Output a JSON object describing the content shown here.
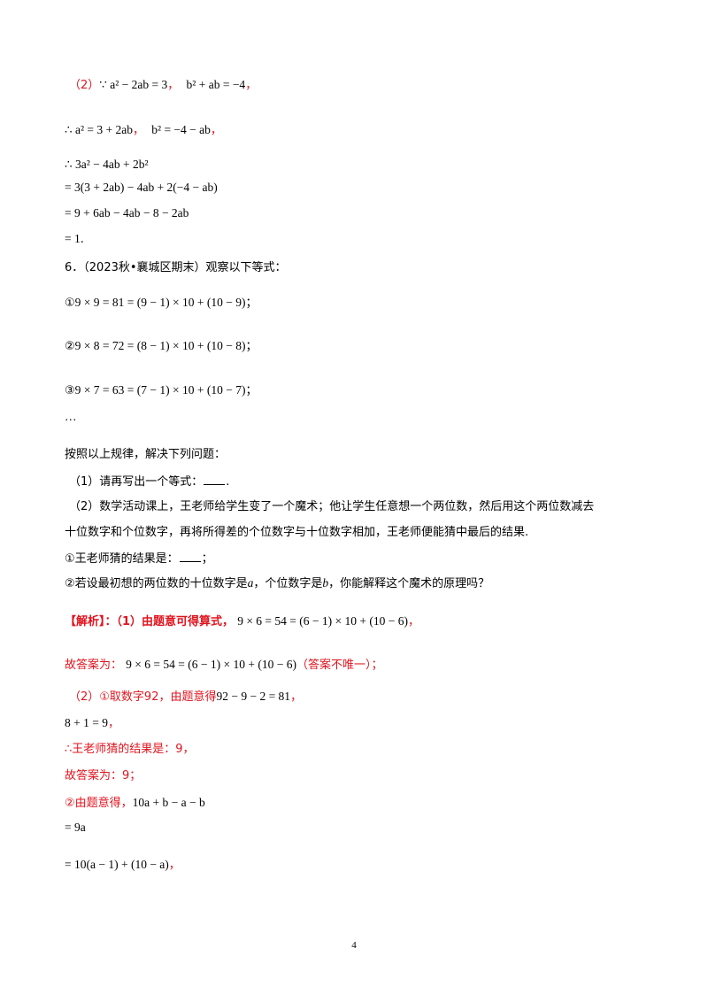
{
  "lines": {
    "l01": {
      "a": "（2）",
      "b": "∵ a² − 2ab = 3",
      "c": "，",
      "d": "b² + ab = −4",
      "e": "，"
    },
    "l02": {
      "a": "∴ a² = 3 + 2ab",
      "b": "，",
      "c": "b² = −4 − ab",
      "d": "，"
    },
    "l03": "∴ 3a² − 4ab + 2b²",
    "l04": "= 3(3 + 2ab) − 4ab + 2(−4 − ab)",
    "l05": "= 9 + 6ab − 4ab − 8 − 2ab",
    "l06": {
      "a": "= 1",
      "b": "."
    },
    "l07": "6．（2023秋•襄城区期末）观察以下等式：",
    "l08": {
      "a": "①",
      "b": "9 × 9 = 81 = (9 − 1) × 10 + (10 − 9)",
      "c": "；"
    },
    "l09": {
      "a": "②",
      "b": "9 × 8 = 72 = (8 − 1) × 10 + (10 − 8)",
      "c": "；"
    },
    "l10": {
      "a": "③",
      "b": "9 × 7 = 63 = (7 − 1) × 10 + (10 − 7)",
      "c": "；"
    },
    "l11": "…",
    "l12": "按照以上规律，解决下列问题：",
    "l13": {
      "a": "（1）请再写出一个等式：",
      "b": "."
    },
    "l14": "（2）数学活动课上，王老师给学生变了一个魔术；他让学生任意想一个两位数，然后用这个两位数减去",
    "l15": "十位数字和个位数字，再将所得差的个位数字与十位数字相加，王老师便能猜中最后的结果.",
    "l16": {
      "a": "①王老师猜的结果是：",
      "b": "；"
    },
    "l17": {
      "a": "②若设最初想的两位数的十位数字是",
      "b": "a",
      "c": "，个位数字是",
      "d": "b",
      "e": "，你能解释这个魔术的原理吗？"
    },
    "l18": {
      "a": "【解析】：（1）由题意可得算式，",
      "b": "9 × 6 = 54 = (6 − 1) × 10 + (10 − 6)",
      "c": "，"
    },
    "l19": {
      "a": "故答案为：",
      "b": "9 × 6 = 54 = (6 − 1) × 10 + (10 − 6)",
      "c": "（答案不唯一）；"
    },
    "l20": {
      "a": "（2）①取数字92，由题意得",
      "b": "92 − 9 − 2 = 81",
      "c": "，"
    },
    "l21": {
      "a": "8 + 1 = 9",
      "b": "，"
    },
    "l22": "∴王老师猜的结果是：9，",
    "l23": "故答案为：9；",
    "l24": {
      "a": "②由题意得，",
      "b": "10a + b − a − b"
    },
    "l25": "= 9a",
    "l26": {
      "a": "= 10(a − 1) + (10 − a)",
      "b": "，"
    }
  },
  "page_number": "4"
}
